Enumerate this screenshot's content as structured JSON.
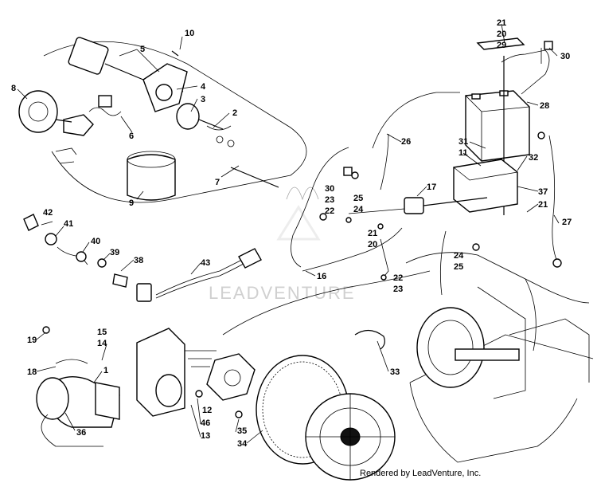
{
  "watermark": "LEADVENTURE",
  "credit": "Rendered by LeadVenture, Inc.",
  "callouts": {
    "c1": "1",
    "c2": "2",
    "c3": "3",
    "c4": "4",
    "c5": "5",
    "c6": "6",
    "c7": "7",
    "c8": "8",
    "c9": "9",
    "c10": "10",
    "c11": "11",
    "c12": "12",
    "c13": "13",
    "c14": "14",
    "c15": "15",
    "c16": "16",
    "c17": "17",
    "c18": "18",
    "c19": "19",
    "c20a": "20",
    "c20b": "20",
    "c21a": "21",
    "c21b": "21",
    "c21c": "21",
    "c22a": "22",
    "c22b": "22",
    "c23a": "23",
    "c23b": "23",
    "c24a": "24",
    "c24b": "24",
    "c25a": "25",
    "c25b": "25",
    "c26": "26",
    "c27": "27",
    "c28": "28",
    "c29": "29",
    "c30a": "30",
    "c30b": "30",
    "c31": "31",
    "c32": "32",
    "c33": "33",
    "c34": "34",
    "c35": "35",
    "c36": "36",
    "c37": "37",
    "c38": "38",
    "c39": "39",
    "c40": "40",
    "c41": "41",
    "c42": "42",
    "c43": "43",
    "c46": "46"
  }
}
